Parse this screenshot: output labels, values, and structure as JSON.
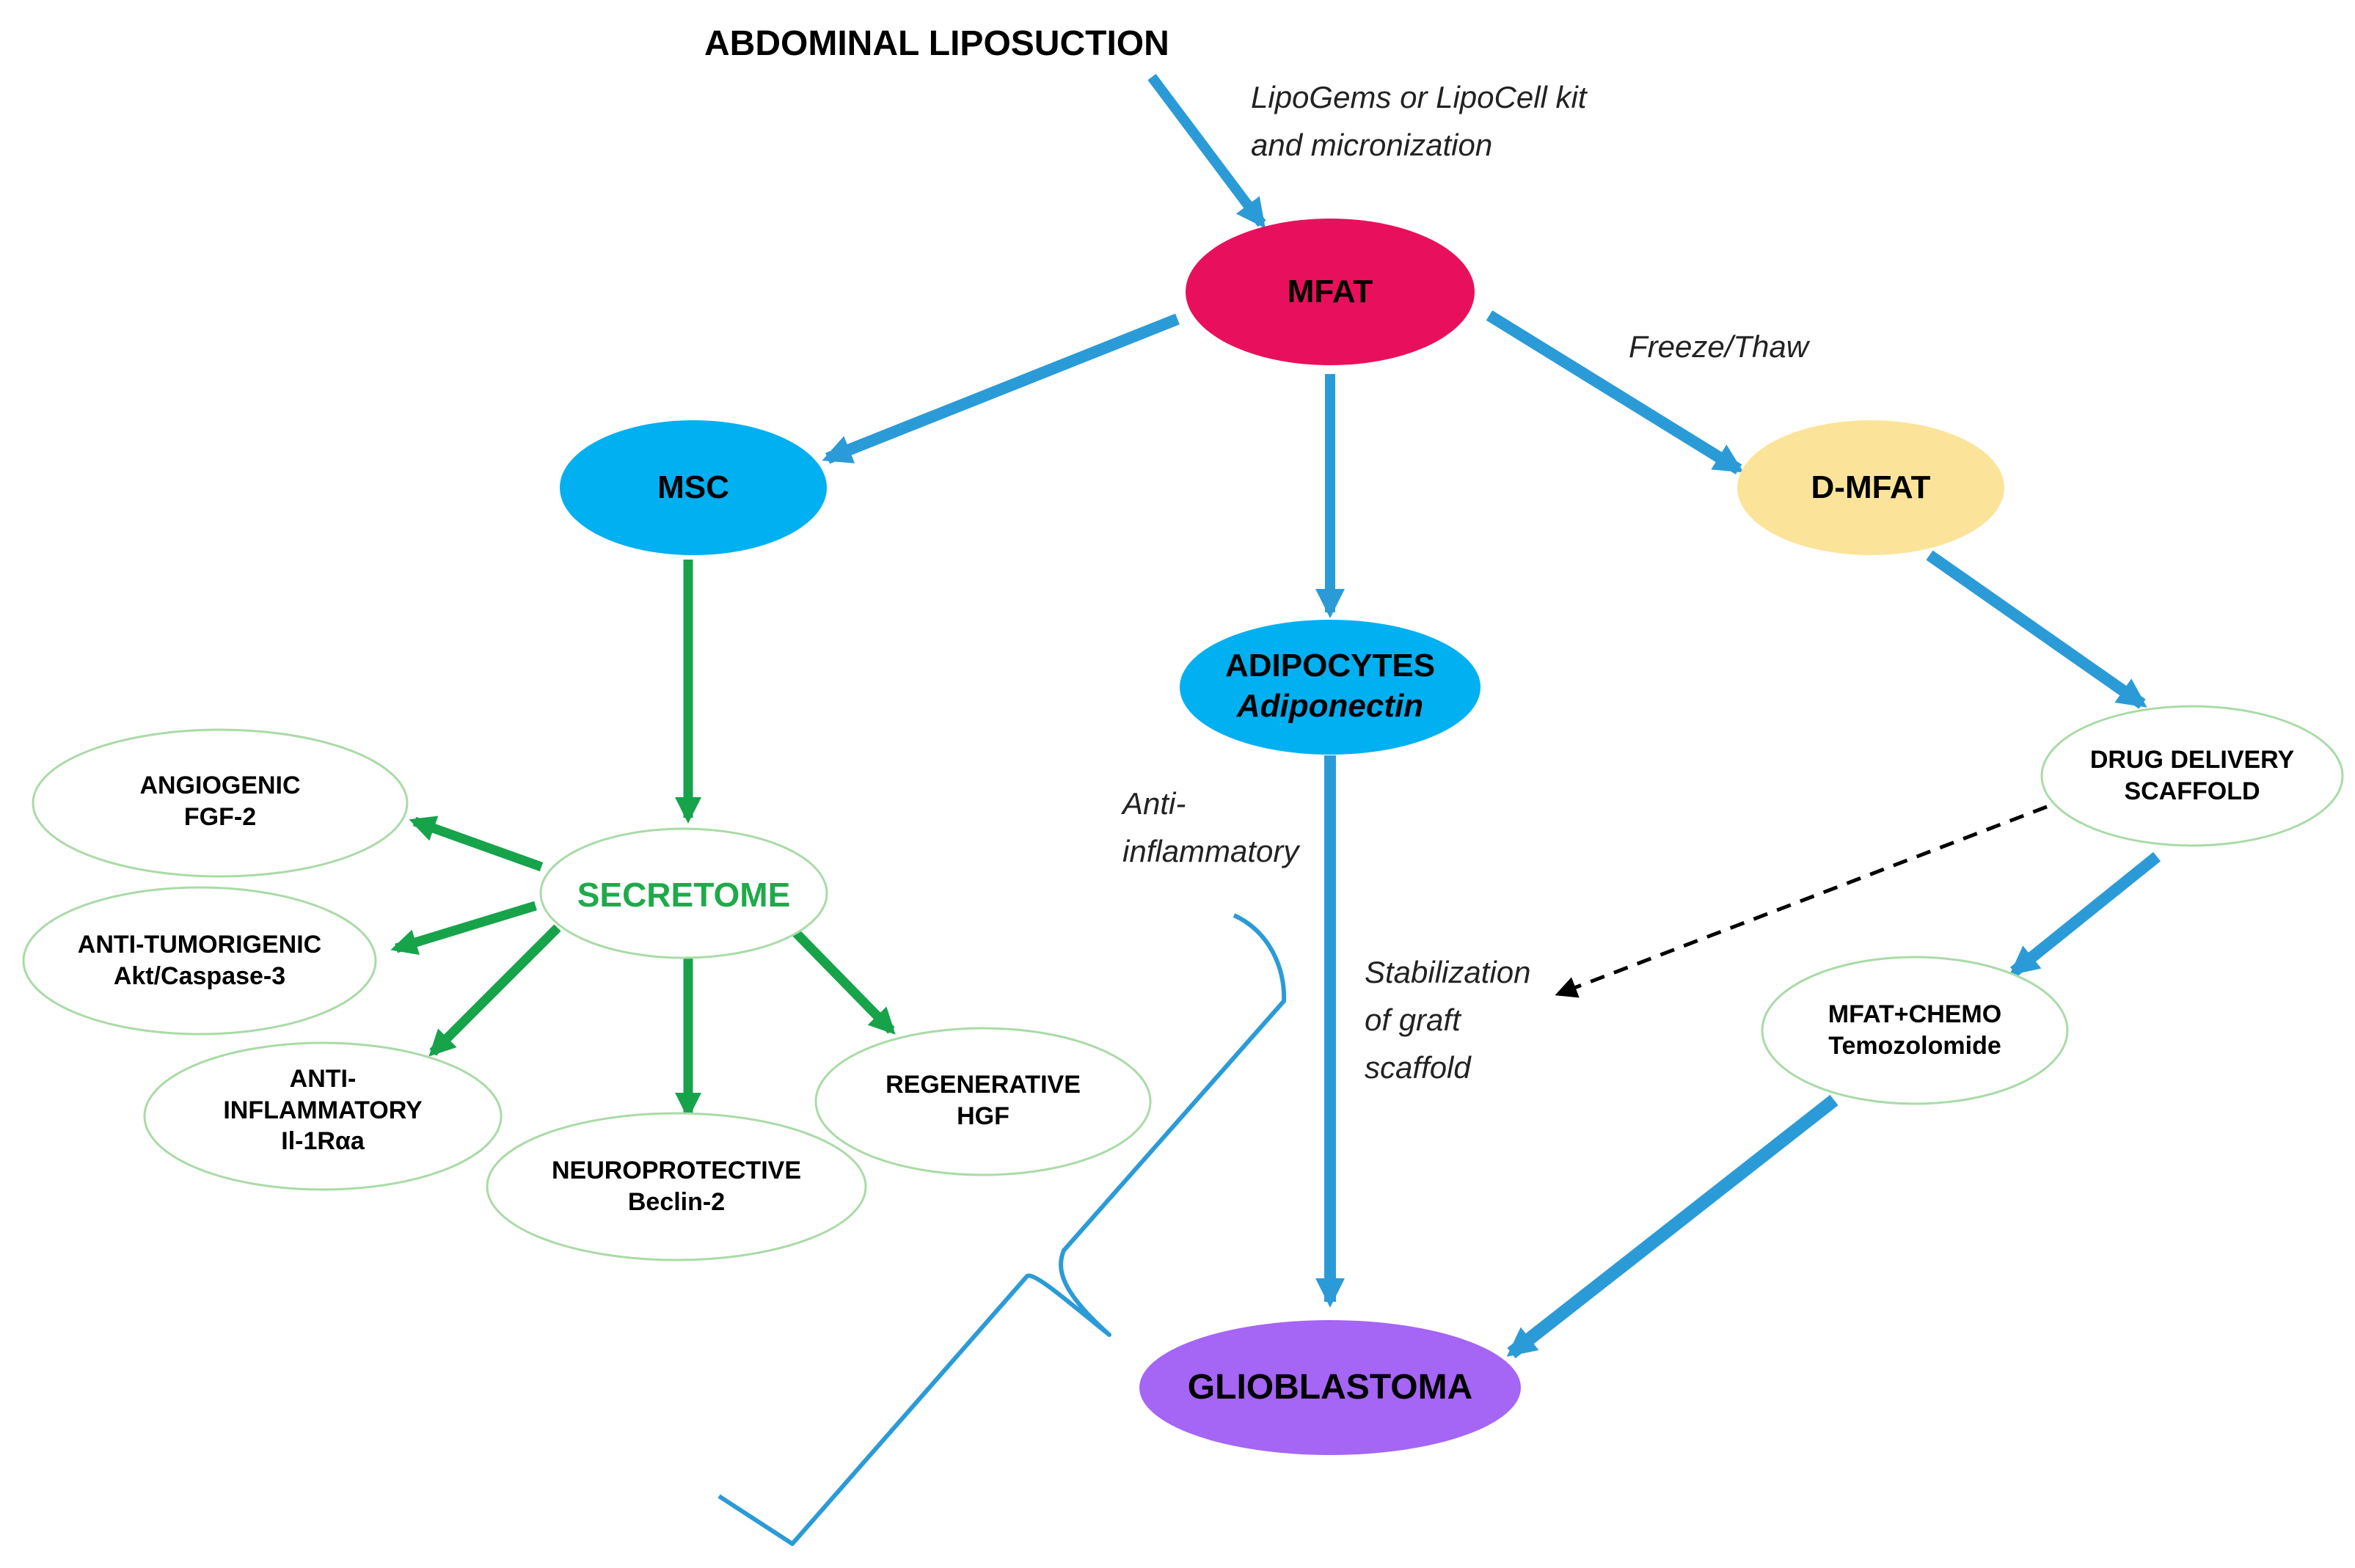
{
  "title": "ABDOMINAL LIPOSUCTION",
  "notes": {
    "kit_line1": "LipoGems or LipoCell kit",
    "kit_line2": "and micronization",
    "freeze": "Freeze/Thaw",
    "anti_line1": "Anti-",
    "anti_line2": "inflammatory",
    "stab_line1": "Stabilization",
    "stab_line2": "of graft",
    "stab_line3": "scaffold"
  },
  "nodes": {
    "mfat": "MFAT",
    "msc": "MSC",
    "dmfat": "D-MFAT",
    "adipocytes": "ADIPOCYTES",
    "adiponectin": "Adiponectin",
    "secretome": "SECRETOME",
    "drug_line1": "DRUG DELIVERY",
    "drug_line2": "SCAFFOLD",
    "chemo_line1": "MFAT+CHEMO",
    "chemo_line2": "Temozolomide",
    "glioblastoma": "GLIOBLASTOMA"
  },
  "effects": {
    "angiogenic": [
      "ANGIOGENIC",
      "FGF-2"
    ],
    "antitumor": [
      "ANTI-TUMORIGENIC",
      "Akt/Caspase-3"
    ],
    "antiinfl": [
      "ANTI-",
      "INFLAMMATORY",
      "Il-1Rαa"
    ],
    "neuro": [
      "NEUROPROTECTIVE",
      "Beclin-2"
    ],
    "regen": [
      "REGENERATIVE",
      "HGF"
    ]
  },
  "colors": {
    "mfat": "#e8105c",
    "msc": "#00b0f0",
    "dmfat": "#fbe49a",
    "adipocytes": "#00b0f0",
    "glioblastoma": "#a565f5",
    "blue_arrow": "#2b9bd8",
    "green_arrow": "#17a34a",
    "secretome_text": "#1faa4a",
    "ellipse_outline": "#a9dba6"
  }
}
